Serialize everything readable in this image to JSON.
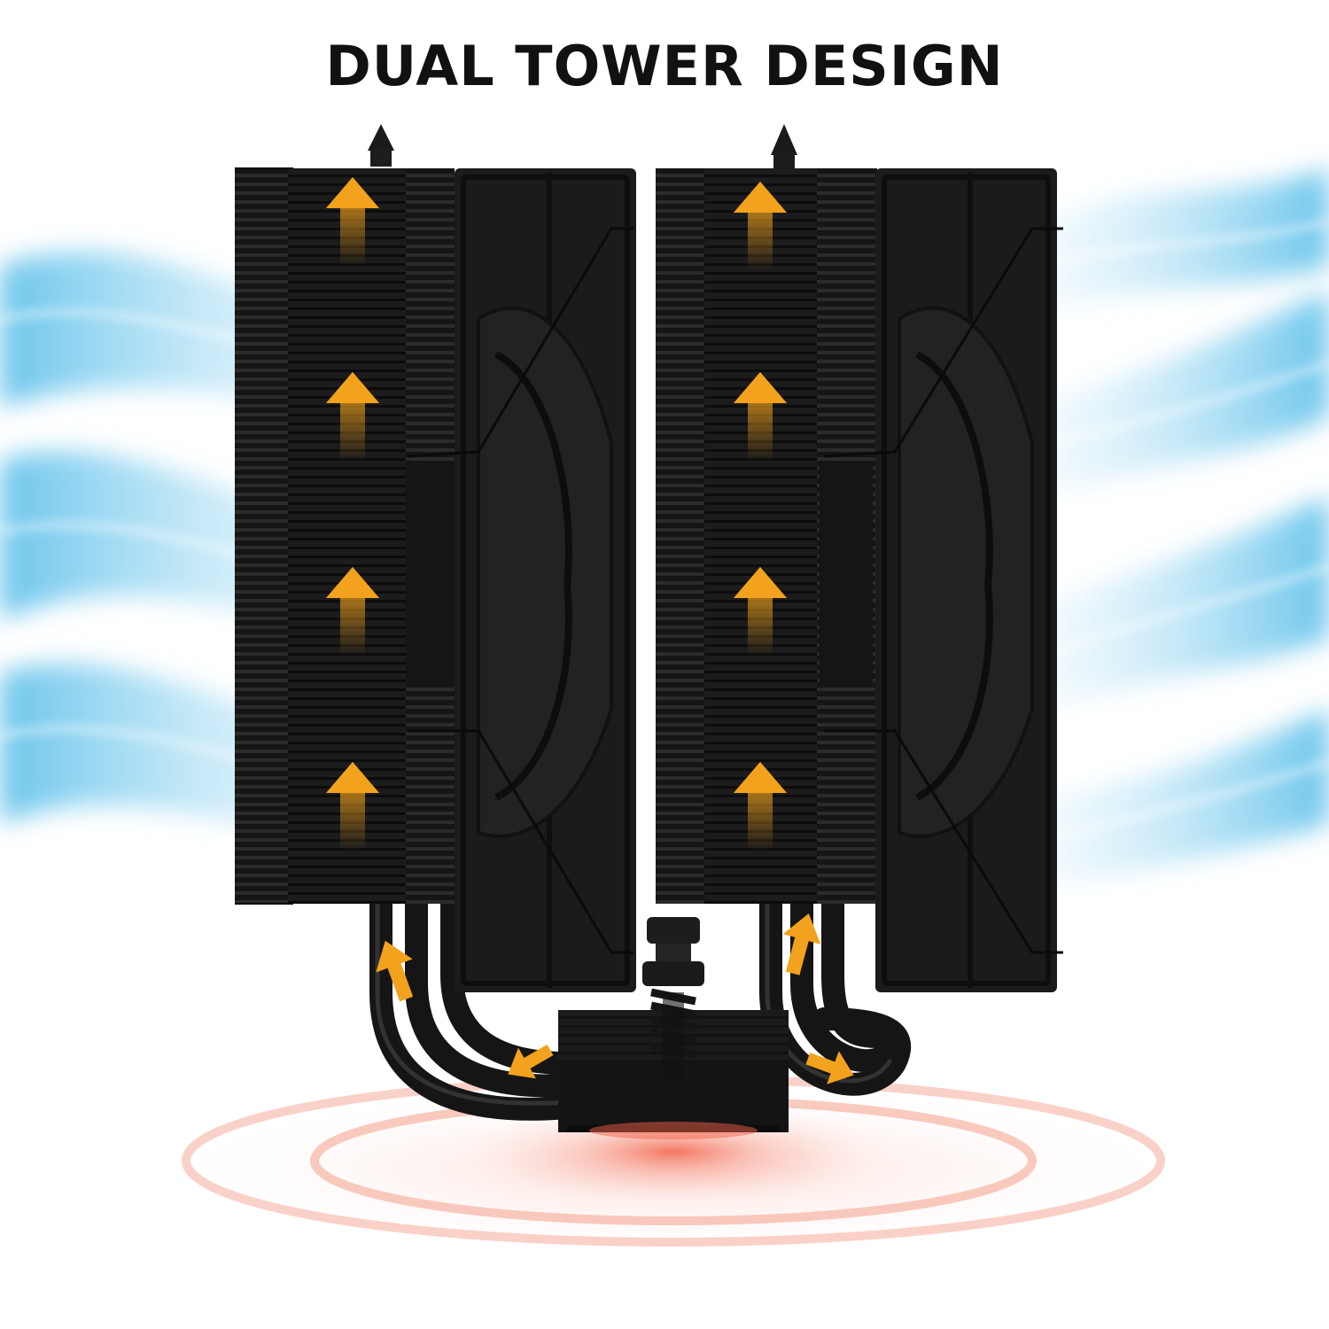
{
  "title": "DUAL TOWER DESIGN",
  "colors": {
    "background": "#ffffff",
    "airflow_blue": "#6fc8ee",
    "heat_glow": "#f2614a",
    "heatsink_black": "#1b1b1b",
    "arrow_orange": "#f2a21c"
  },
  "illustration": {
    "subject": "dual-tower CPU air cooler",
    "towers": 2,
    "fans": 2,
    "heatflow_arrows_per_tower": 4
  }
}
